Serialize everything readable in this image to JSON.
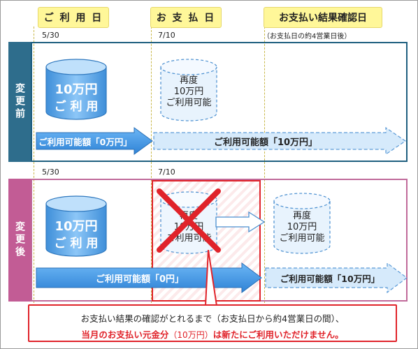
{
  "columns": {
    "usage_date": "ご 利 用 日",
    "payment_date": "お 支 払 日",
    "confirm_date": "お支払い結果確認日",
    "confirm_note": "（お支払日の約4営業日後）"
  },
  "dates": {
    "before_usage": "5/30",
    "before_payment": "7/10",
    "after_usage": "5/30",
    "after_payment": "7/10"
  },
  "sections": {
    "before_label": "変更前",
    "after_label": "変更後"
  },
  "before": {
    "cyl1_line1": "10万円",
    "cyl1_line2": "ご 利 用",
    "cyl2_line1": "再度",
    "cyl2_line2": "10万円",
    "cyl2_line3": "ご利用可能",
    "arrow1": "ご利用可能額「0万円」",
    "arrow2": "ご利用可能額「10万円」"
  },
  "after": {
    "cyl1_line1": "10万円",
    "cyl1_line2": "ご 利 用",
    "cyl2_line1": "再度",
    "cyl2_line2": "10万円",
    "cyl2_line3": "ご利用可能",
    "cyl3_line1": "再度",
    "cyl3_line2": "10万円",
    "cyl3_line3": "ご利用可能",
    "arrow1": "ご利用可能額「0円」",
    "arrow2": "ご利用可能額「10万円」"
  },
  "callout": {
    "line1": "お支払い結果の確認がとれるまで（お支払日から約4営業日の間）、",
    "line2_a": "当月のお支払い元金分",
    "line2_b": "（10万円）",
    "line2_c": "は新たにご利用いただけません。"
  },
  "colors": {
    "blue_fill": "#4a9fe6",
    "light_blue_fill": "#cfe6fb",
    "red": "#e0232a",
    "yellow_header": "#fff799"
  }
}
